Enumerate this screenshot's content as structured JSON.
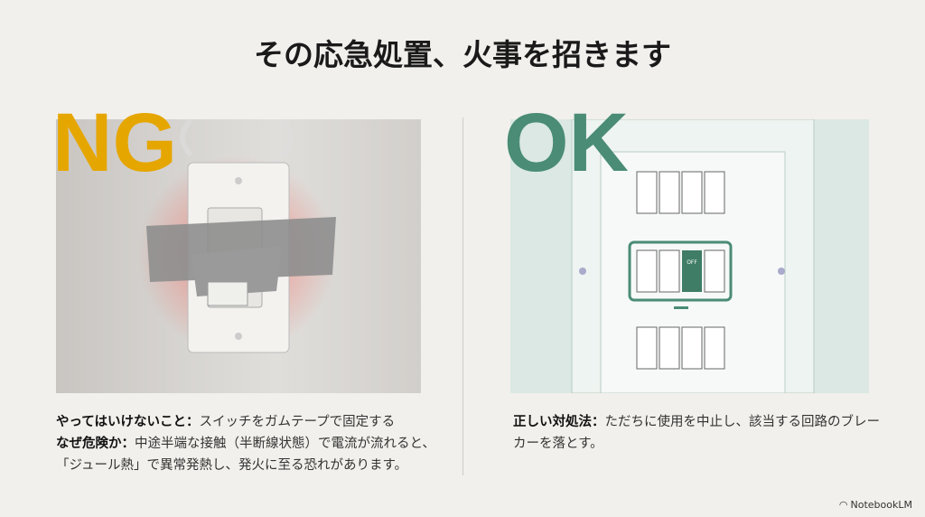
{
  "title": "その応急処置、火事を招きます",
  "ng": {
    "label": "NG",
    "dont_label": "やってはいけないこと：",
    "dont_text": "スイッチをガムテープで固定する",
    "why_label": "なぜ危険か：",
    "why_text": "中途半端な接触（半断線状態）で電流が流れると、「ジュール熱」で異常発熱し、発火に至る恐れがあります。"
  },
  "ok": {
    "label": "OK",
    "right_label": "正しい対処法：",
    "right_text": "ただちに使用を中止し、該当する回路のブレーカーを落とす。",
    "breaker_off": "OFF"
  },
  "brand": "NotebookLM",
  "colors": {
    "ng": "#e6a600",
    "ok": "#4a8c75"
  }
}
